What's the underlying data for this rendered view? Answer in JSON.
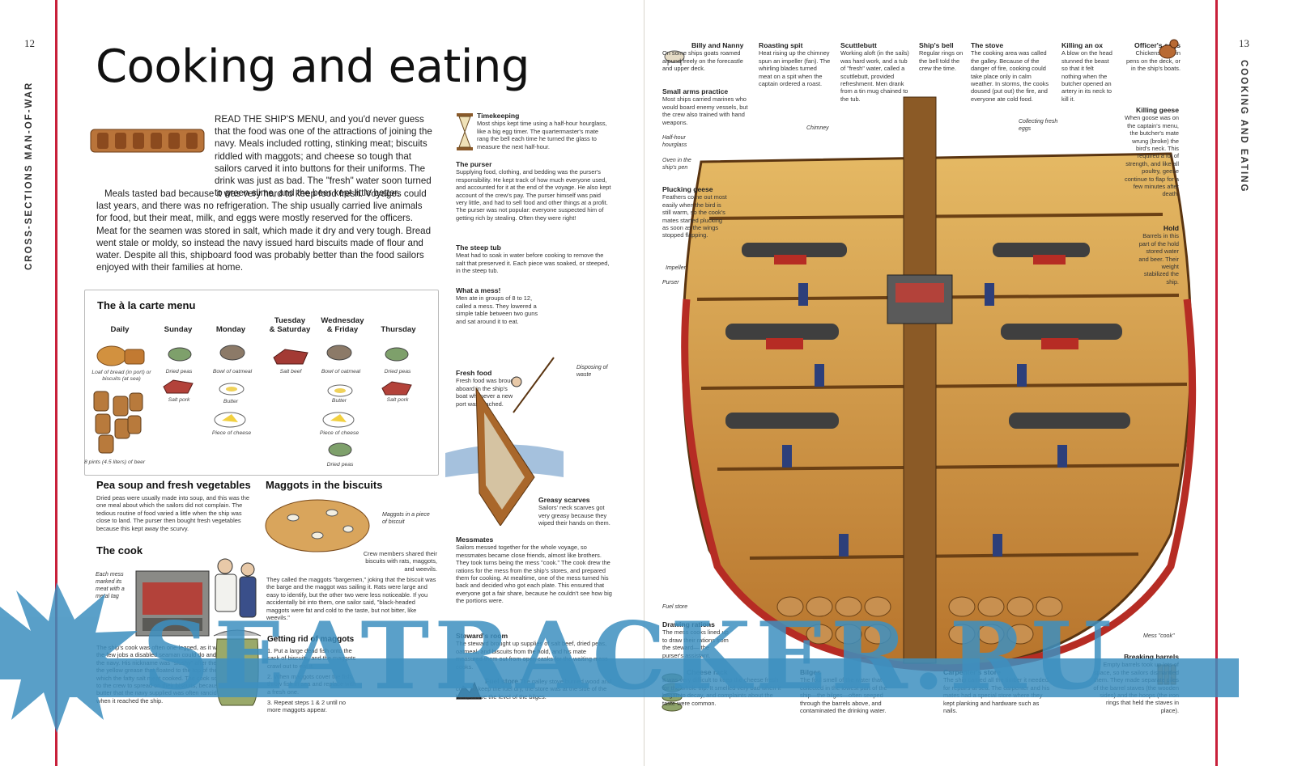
{
  "page": {
    "left_number": "12",
    "right_number": "13",
    "left_spine": "CROSS-SECTIONS MAN-OF-WAR",
    "right_spine": "COOKING AND EATING",
    "title": "Cooking and eating"
  },
  "intro": {
    "p1": "READ THE SHIP'S MENU, and you'd never guess that the food was one of the attractions of joining the navy. Meals included rotting, stinking meat; biscuits riddled with maggots; and cheese so tough that sailors carved it into buttons for their uniforms. The drink was just as bad. The \"fresh\" water soon turned to green slime, and the beer kept little better.",
    "p2": "Meals tasted bad because it was very hard to keep food fresh. Voyages could last years, and there was no refrigeration. The ship usually carried live animals for food, but their meat, milk, and eggs were mostly reserved for the officers. Meat for the seamen was stored in salt, which made it dry and very tough. Bread went stale or moldy, so instead the navy issued hard biscuits made of flour and water. Despite all this, shipboard food was probably better than the food sailors enjoyed with their families at home."
  },
  "menu": {
    "title": "The à la carte menu",
    "days": [
      "Daily",
      "Sunday",
      "Monday",
      "Tuesday\n& Saturday",
      "Wednesday\n& Friday",
      "Thursday"
    ],
    "captions": {
      "loaf": "Loaf of bread (in port) or biscuits (at sea)",
      "beer": "8 pints (4.5 liters) of beer",
      "dried_peas_sun": "Dried peas",
      "salt_pork_sun": "Salt pork",
      "oatmeal_mon": "Bowl of oatmeal",
      "butter_mon": "Butter",
      "cheese_mon": "Piece of cheese",
      "salt_beef": "Salt beef",
      "oatmeal_wed": "Bowl of oatmeal",
      "butter_wed": "Butter",
      "cheese_wed": "Piece of cheese",
      "dried_peas_wed": "Dried peas",
      "dried_peas_thu": "Dried peas",
      "salt_pork_thu": "Salt pork"
    }
  },
  "pea_soup": {
    "title": "Pea soup and fresh vegetables",
    "text": "Dried peas were usually made into soup, and this was the one meal about which the sailors did not complain. The tedious routine of food varied a little when the ship was close to land. The purser then bought fresh vegetables because this kept away the scurvy."
  },
  "maggots": {
    "title": "Maggots in the biscuits",
    "callout": "Maggots in a piece of biscuit",
    "crew": "Crew members shared their biscuits with rats, maggots, and weevils.",
    "text": "They called the maggots \"bargemen,\" joking that the biscuit was the barge and the maggot was sailing it. Rats were large and easy to identify, but the other two were less noticeable. If you accidentally bit into them, one sailor said, \"black-headed maggots were fat and cold to the taste, but not bitter, like weevils.\""
  },
  "cook": {
    "title": "The cook",
    "callout": "Each mess marked its meat with a metal tag",
    "text": "The ship's cook was often one-legged, as it was one of the few jobs a disabled seaman could do and remain in the navy. His nickname was \"slushy\" after the slush—the yellow grease that floated to the top of the pan in which the fatty salt meat cooked. The cook sold slush to the crew to spread on their biscuits, because the butter that the navy supplied was often rancid (stale) when it reached the ship."
  },
  "getting_rid": {
    "title": "Getting rid of maggots",
    "s1": "1. Put a large dead fish onto the sack of biscuits, and the maggots crawl out to eat it.",
    "s2": "2. When maggots cover the fish, throw fish in sea and replace with a fresh one.",
    "s3": "3. Repeat steps 1 & 2 until no more maggots appear."
  },
  "mid": {
    "timekeeping_t": "Timekeeping",
    "timekeeping": "Most ships kept time using a half-hour hourglass, like a big egg timer. The quartermaster's mate rang the bell each time he turned the glass to measure the next half-hour.",
    "purser_t": "The purser",
    "purser": "Supplying food, clothing, and bedding was the purser's responsibility. He kept track of how much everyone used, and accounted for it at the end of the voyage. He also kept account of the crew's pay. The purser himself was paid very little, and had to sell food and other things at a profit. The purser was not popular: everyone suspected him of getting rich by stealing. Often they were right!",
    "steep_t": "The steep tub",
    "steep": "Meat had to soak in water before cooking to remove the salt that preserved it. Each piece was soaked, or steeped, in the steep tub.",
    "mess_t": "What a mess!",
    "mess": "Men ate in groups of 8 to 12, called a mess. They lowered a simple table between two guns and sat around it to eat.",
    "fresh_t": "Fresh food",
    "fresh": "Fresh food was brought aboard in the ship's boat whenever a new port was reached.",
    "disposing": "Disposing of waste",
    "greasy_t": "Greasy scarves",
    "greasy": "Sailors' neck scarves got very greasy because they wiped their hands on them.",
    "messmates_t": "Messmates",
    "messmates": "Sailors messed together for the whole voyage, so messmates became close friends, almost like brothers. They took turns being the mess \"cook.\" The cook drew the rations for the mess from the ship's stores, and prepared them for cooking. At mealtime, one of the mess turned his back and decided who got each plate. This ensured that everyone got a fair share, because he couldn't see how big the portions were.",
    "steward_t": "Steward's room",
    "steward": "The steward brought up supplies of salt beef, dried peas, oatmeal, and biscuits from the hold, and his mate measured them out from open casks for the waiting mess cooks.",
    "fuel_t": "Fuel store",
    "fuel": "The galley stove burned wood and coal. To keep the fuel dry, the store was at the side of the hold, above the level of the bilges."
  },
  "right": {
    "billy_t": "Billy and Nanny",
    "billy": "On some ships goats roamed around freely on the forecastle and upper deck.",
    "roasting_t": "Roasting spit",
    "roasting": "Heat rising up the chimney spun an impeller (fan). The whirling blades turned meat on a spit when the captain ordered a roast.",
    "scuttle_t": "Scuttlebutt",
    "scuttle": "Working aloft (in the sails) was hard work, and a tub of \"fresh\" water, called a scuttlebutt, provided refreshment. Men drank from a tin mug chained to the tub.",
    "bell_t": "Ship's bell",
    "bell": "Regular rings on the bell told the crew the time.",
    "stove_t": "The stove",
    "stove": "The cooking area was called the galley. Because of the danger of fire, cooking could take place only in calm weather. In storms, the cooks doused (put out) the fire, and everyone ate cold food.",
    "ox_t": "Killing an ox",
    "ox": "A blow on the head stunned the beast so that it felt nothing when the butcher opened an artery in its neck to kill it.",
    "eggs_t": "Officer's eggs",
    "eggs": "Chickens lived in pens on the deck, or in the ship's boats.",
    "smallarms_t": "Small arms practice",
    "smallarms": "Most ships carried marines who would board enemy vessels, but the crew also trained with hand weapons.",
    "chimney": "Chimney",
    "collecting": "Collecting fresh eggs",
    "halfhour": "Half-hour hourglass",
    "oven": "Oven in the ship's pen",
    "plucking_t": "Plucking geese",
    "plucking": "Feathers come out most easily when the bird is still warm, so the cook's mates started plucking as soon as the wings stopped flapping.",
    "geese_t": "Killing geese",
    "geese": "When goose was on the captain's menu, the butcher's mate wrung (broke) the bird's neck. This required a lot of strength, and like all poultry, geese continue to flap for a few minutes after death.",
    "hold_t": "Hold",
    "hold": "Barrels in this part of the hold stored water and beer. Their weight stabilized the ship.",
    "impeller": "Impeller",
    "purser": "Purser",
    "fuelstore": "Fuel store",
    "drawing_t": "Drawing rations",
    "drawing": "The mess cooks lined up to draw their rations from the steward— the purser's assistant.",
    "cheese_t": "Cheese rack",
    "cheese": "It was very difficult to keep the cheese fresh for the whole trip. It smelled very bad when it began to decay, and complaints about the taste were common.",
    "bilges_t": "Bilges",
    "bilges": "The foul smell of the water that collected in the lowest part of the ship—the bilges—often seeped through the barrels above, and contaminated the drinking water.",
    "carpenter_t": "Carpenter's store",
    "carpenter": "The ship carried all the timber it needed for repairs at sea. The carpenter and his mates had a special store where they kept planking and hardware such as nails.",
    "messcook": "Mess \"cook\"",
    "breaking_t": "Breaking barrels",
    "breaking": "Empty barrels took up lots of space, so the sailors dismantled them. They made separate piles of the barrel staves (the wooden sides) and the hoops (the iron rings that held the staves in place)."
  },
  "watermark": "SEATRACKER.RU",
  "colors": {
    "accent": "#c8203a",
    "watermark": "#3d8fbf",
    "wood": "#c98a3a"
  }
}
